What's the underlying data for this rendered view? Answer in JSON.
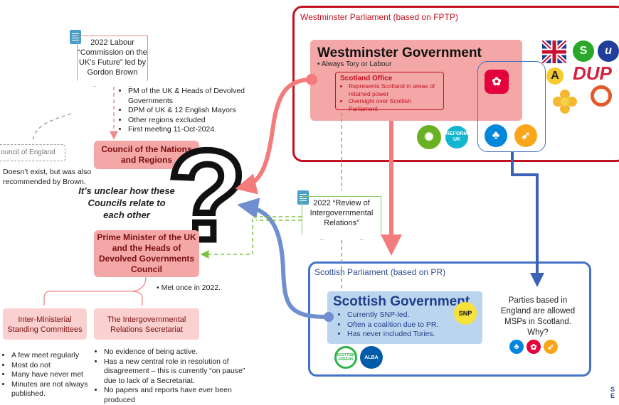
{
  "westminster": {
    "parliament_label": "Westminster Parliament (based on FPTP)",
    "government_title": "Westminster Government",
    "government_note": "Always Tory or Labour",
    "scotland_office": {
      "title": "Scotland Office",
      "points": [
        "Represents Scotland in areas of retained power",
        "Oversight over Scottish Parliament"
      ]
    }
  },
  "labour_commission": {
    "text": "2022 Labour “Commission on the UK’s Future” led by Gordon Brown"
  },
  "council_nations": {
    "points": [
      "PM of the UK & Heads of Devolved Governments",
      "DPM of UK & 12 English Mayors",
      "Other regions excluded",
      "First meeting 11-Oct-2024."
    ],
    "title": "Council of the Nations and Regions"
  },
  "council_england": {
    "label": "ouncil of England",
    "note": "Doesn’t exist, but was also recommended by Brown."
  },
  "unclear_note": "It’s unclear how these Councils relate to each other",
  "question_mark": "?",
  "review": {
    "text": "2022 “Review of Intergovernmental Relations”"
  },
  "pm_council": {
    "title": "Prime Minister of the UK and the Heads of Devolved Governments Council",
    "note": "Met once in 2022."
  },
  "inter_ministerial": {
    "title": "Inter-Ministerial Standing Committees",
    "points": [
      "A few meet regularly",
      "Most do not",
      "Many have never met",
      "Minutes are not always published."
    ]
  },
  "secretariat": {
    "title": "The Intergovernmental Relations Secretariat",
    "points": [
      "No evidence of being active.",
      "Has a new central role in resolution of disagreement – this is currently “on pause” due to lack of a Secretariat.",
      "No papers and reports have ever been produced"
    ]
  },
  "scottish": {
    "parliament_label": "Scottish Parliament (based on PR)",
    "government_title": "Scottish Government",
    "points": [
      "Currently SNP-led.",
      "Often a coalition due to PR.",
      "Has never included Tories."
    ],
    "snp_label": "SNP",
    "greens_label": "SCOTTISH GREENS",
    "alba_label": "ALBA"
  },
  "parties_note": "Parties based in England are allowed MSPs in Scotland. Why?",
  "logos": {
    "dup_label": "DUP",
    "reform_label": "REFORM UK",
    "alliance_label": "A"
  },
  "colors": {
    "westminster_red": "#c1121f",
    "scottish_blue": "#4472c4",
    "pink": "#f4a7a7",
    "green_dash": "#7cc242"
  },
  "corner_mark": "S E"
}
